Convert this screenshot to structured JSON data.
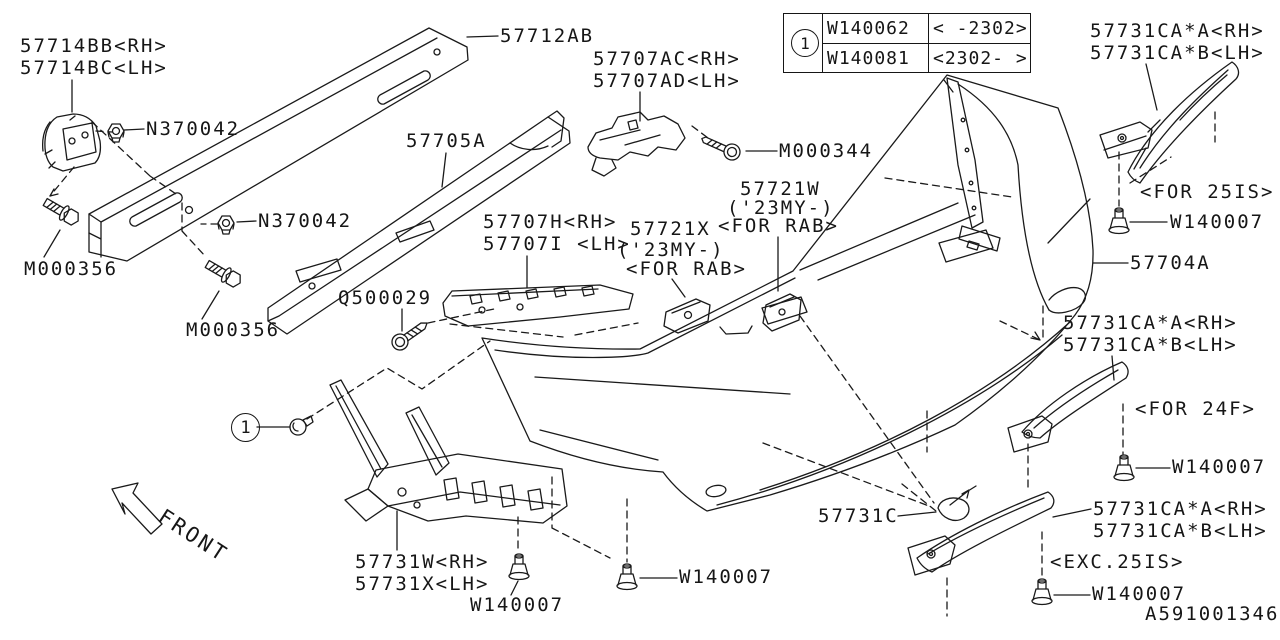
{
  "diagram": {
    "type": "exploded-parts-diagram-rear-bumper",
    "drawing_number": "A591001346",
    "front_indicator": "FRONT",
    "callout_ref": "1",
    "ref_table": {
      "ref_number": "1",
      "rows": [
        {
          "part_number": "W140062",
          "applicability": "< -2302>"
        },
        {
          "part_number": "W140081",
          "applicability": "<2302- >"
        }
      ]
    },
    "labels": [
      {
        "id": "57714BB-rh",
        "text": "57714BB<RH>"
      },
      {
        "id": "57714BC-lh",
        "text": "57714BC<LH>"
      },
      {
        "id": "57712AB",
        "text": "57712AB"
      },
      {
        "id": "57707AC-rh",
        "text": "57707AC<RH>"
      },
      {
        "id": "57707AD-lh",
        "text": "57707AD<LH>"
      },
      {
        "id": "57731CA-A-rh-top",
        "text": "57731CA*A<RH>"
      },
      {
        "id": "57731CA-B-lh-top",
        "text": "57731CA*B<LH>"
      },
      {
        "id": "N370042-1",
        "text": "N370042"
      },
      {
        "id": "57705A",
        "text": "57705A"
      },
      {
        "id": "M000344",
        "text": "M000344"
      },
      {
        "id": "for-25is",
        "text": "<FOR 25IS>"
      },
      {
        "id": "W140007-25is",
        "text": "W140007"
      },
      {
        "id": "57704A",
        "text": "57704A"
      },
      {
        "id": "M000356-1",
        "text": "M000356"
      },
      {
        "id": "N370042-2",
        "text": "N370042"
      },
      {
        "id": "57707H-rh",
        "text": "57707H<RH>"
      },
      {
        "id": "57707I-lh",
        "text": "57707I <LH>"
      },
      {
        "id": "57721X",
        "text": "57721X"
      },
      {
        "id": "57721X-my",
        "text": "('23MY-)"
      },
      {
        "id": "57721X-rab",
        "text": "<FOR RAB>"
      },
      {
        "id": "57721W",
        "text": "57721W"
      },
      {
        "id": "57721W-my",
        "text": "('23MY-)"
      },
      {
        "id": "57721W-rab",
        "text": "<FOR RAB>"
      },
      {
        "id": "M000356-2",
        "text": "M000356"
      },
      {
        "id": "Q500029",
        "text": "Q500029"
      },
      {
        "id": "57731CA-A-rh-mid",
        "text": "57731CA*A<RH>"
      },
      {
        "id": "57731CA-B-lh-mid",
        "text": "57731CA*B<LH>"
      },
      {
        "id": "for-24f",
        "text": "<FOR 24F>"
      },
      {
        "id": "W140007-24f",
        "text": "W140007"
      },
      {
        "id": "57731W-rh",
        "text": "57731W<RH>"
      },
      {
        "id": "57731X-lh",
        "text": "57731X<LH>"
      },
      {
        "id": "W140007-ucover",
        "text": "W140007"
      },
      {
        "id": "W140007-mid",
        "text": "W140007"
      },
      {
        "id": "57731C",
        "text": "57731C"
      },
      {
        "id": "57731CA-A-rh-bot",
        "text": "57731CA*A<RH>"
      },
      {
        "id": "57731CA-B-lh-bot",
        "text": "57731CA*B<LH>"
      },
      {
        "id": "exc-25is",
        "text": "<EXC.25IS>"
      },
      {
        "id": "W140007-exc",
        "text": "W140007"
      }
    ]
  },
  "colors": {
    "line": "#1a1a1a",
    "background": "#ffffff"
  }
}
